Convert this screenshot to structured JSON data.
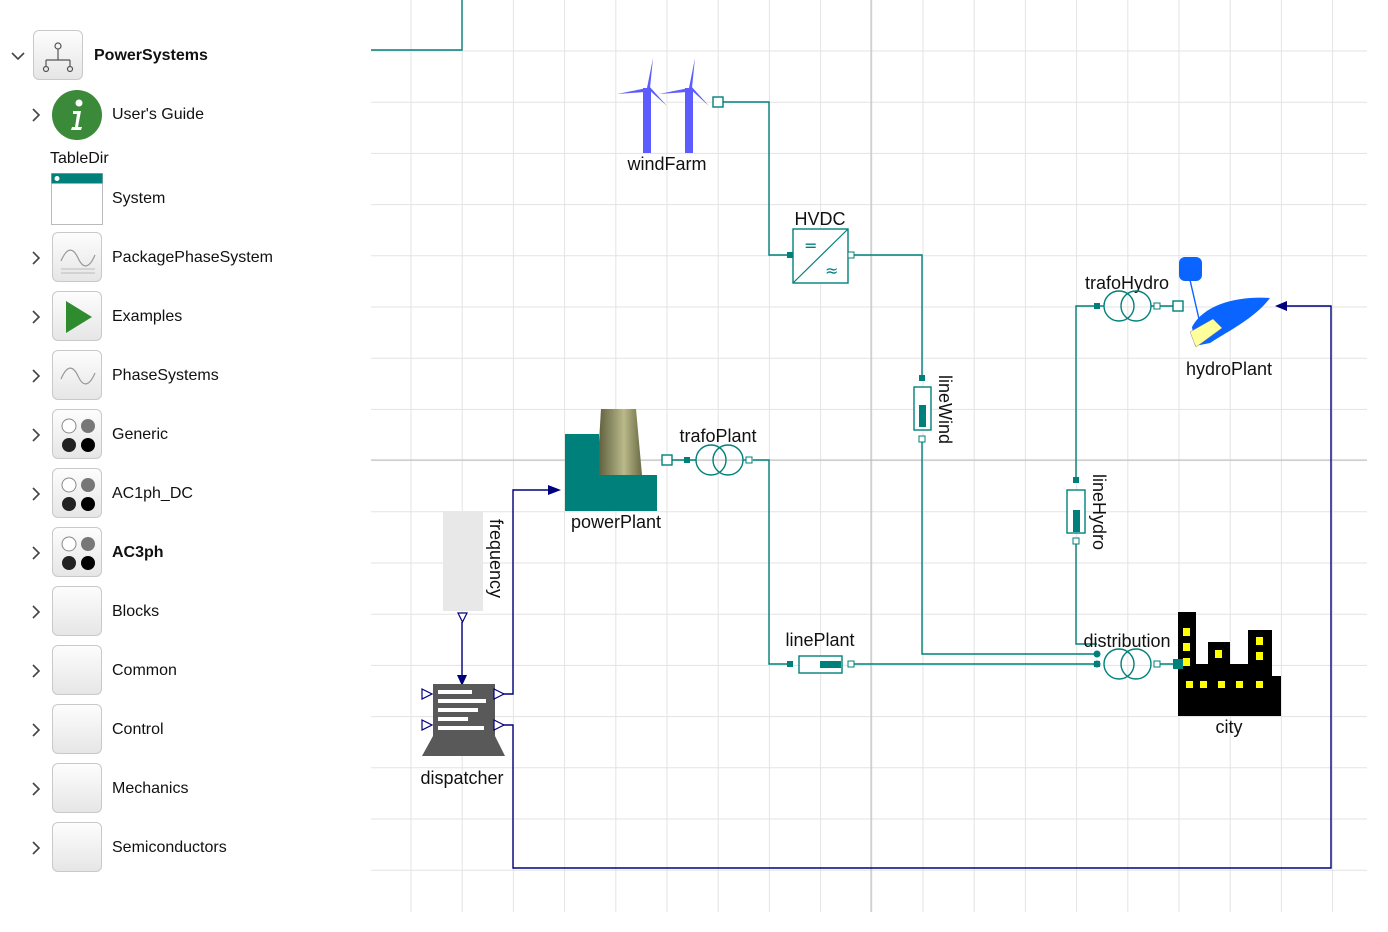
{
  "tree": {
    "root": {
      "label": "PowerSystems",
      "expanded": true
    },
    "items": [
      {
        "label": "User's Guide",
        "icon": "info-icon"
      },
      {
        "label": "TableDir",
        "icon": "none"
      },
      {
        "label": "System",
        "icon": "system-window-icon"
      },
      {
        "label": "PackagePhaseSystem",
        "icon": "sine-wave-icon"
      },
      {
        "label": "Examples",
        "icon": "play-icon"
      },
      {
        "label": "PhaseSystems",
        "icon": "sine-wave-icon"
      },
      {
        "label": "Generic",
        "icon": "dots-icon"
      },
      {
        "label": "AC1ph_DC",
        "icon": "dots-icon"
      },
      {
        "label": "AC3ph",
        "icon": "dots-icon",
        "bold": true
      },
      {
        "label": "Blocks",
        "icon": "blank-package-icon"
      },
      {
        "label": "Common",
        "icon": "blank-package-icon"
      },
      {
        "label": "Control",
        "icon": "blank-package-icon"
      },
      {
        "label": "Mechanics",
        "icon": "blank-package-icon"
      },
      {
        "label": "Semiconductors",
        "icon": "blank-package-icon"
      }
    ]
  },
  "diagram": {
    "components": {
      "windFarm": "windFarm",
      "hvdc": "HVDC",
      "hvdc_dc_symbol": "=",
      "hvdc_ac_symbol": "≈",
      "trafoHydro": "trafoHydro",
      "hydroPlant": "hydroPlant",
      "lineWind": "lineWind",
      "trafoPlant": "trafoPlant",
      "powerPlant": "powerPlant",
      "lineHydro": "lineHydro",
      "frequency": "frequency",
      "linePlant": "linePlant",
      "distribution": "distribution",
      "city": "city",
      "dispatcher": "dispatcher"
    },
    "colors": {
      "electrical": "#00807a",
      "signal": "#00007f",
      "wind": "#5c5cff",
      "hydro": "#0a64ff",
      "grid": "#d9d9d9"
    }
  }
}
